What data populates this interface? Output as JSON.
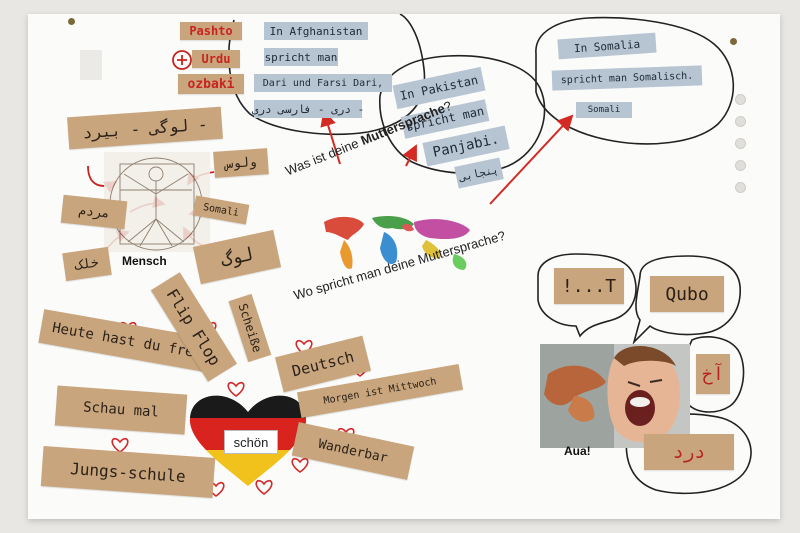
{
  "pashto_list": [
    "Pashto",
    "Urdu",
    "ozbaki"
  ],
  "afghanistan": {
    "line1": "In Afghanistan",
    "line2": "spricht man",
    "line3": "Dari und Farsi Dari,",
    "line4": "دری - فارسی دری -"
  },
  "pakistan": {
    "line1": "In Pakistan",
    "line2": "spricht man",
    "line3": "Panjabi.",
    "line4": "پنجابی"
  },
  "somalia": {
    "line1": "In Somalia",
    "line2": "spricht man Somalisch.",
    "line3": "Somali"
  },
  "center": {
    "q1_prefix": "Was ist deine ",
    "q1_bold": "Muttersprache",
    "q1_suffix": "?",
    "q2": "Wo spricht man deine Muttersprache?"
  },
  "human": {
    "label": "Mensch",
    "words": [
      "لوگی - بیرد -",
      "ولوس",
      "مردم",
      "Somali",
      "لوگ",
      "خلک"
    ]
  },
  "german_words": [
    "Heute hast du frei",
    "Flip Flop",
    "Scheiße",
    "Deutsch",
    "Morgen ist Mittwoch",
    "Schau mal",
    "Wanderbar",
    "Jungs-schule"
  ],
  "heart_label": "schön",
  "exclamations": [
    "!...T",
    "Qubo",
    "آخ",
    "درد"
  ],
  "aua_label": "Aua!"
}
